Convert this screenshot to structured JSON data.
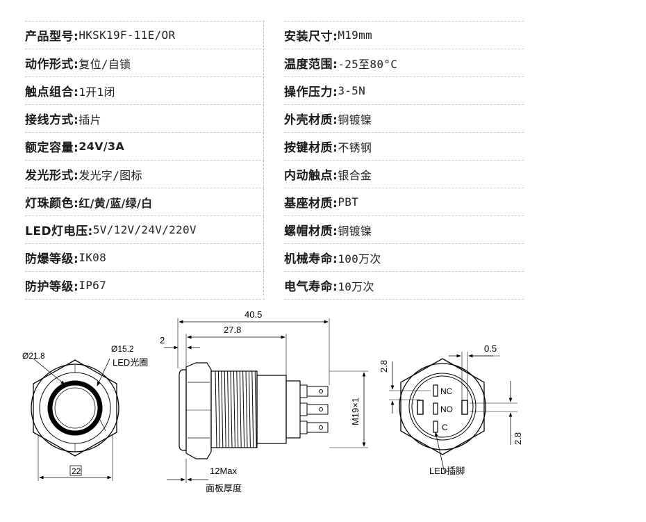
{
  "specs_left": [
    {
      "label": "产品型号:",
      "value": "HKSK19F-11E/OR",
      "bold": false
    },
    {
      "label": "动作形式:",
      "value": "复位/自锁",
      "bold": false
    },
    {
      "label": "触点组合:",
      "value": "1开1闭",
      "bold": false
    },
    {
      "label": "接线方式:",
      "value": "插片",
      "bold": false
    },
    {
      "label": "额定容量:",
      "value": "24V/3A",
      "bold": true
    },
    {
      "label": "发光形式:",
      "value": "发光字/图标",
      "bold": false
    },
    {
      "label": "灯珠颜色:",
      "value": "红/黄/蓝/绿/白",
      "bold": true
    },
    {
      "label": "LED灯电压:",
      "value": "5V/12V/24V/220V",
      "bold": false
    },
    {
      "label": "防爆等级:",
      "value": "IK08",
      "bold": false
    },
    {
      "label": "防护等级:",
      "value": "IP67",
      "bold": false
    }
  ],
  "specs_right": [
    {
      "label": "安装尺寸:",
      "value": "M19mm",
      "bold": false
    },
    {
      "label": "温度范围:",
      "value": "-25至80°C",
      "bold": false
    },
    {
      "label": "操作压力:",
      "value": "3-5N",
      "bold": false
    },
    {
      "label": "外壳材质:",
      "value": "铜镀镍",
      "bold": false
    },
    {
      "label": "按键材质:",
      "value": "不锈钢",
      "bold": false
    },
    {
      "label": "内动触点:",
      "value": "银合金",
      "bold": false
    },
    {
      "label": "基座材质:",
      "value": "PBT",
      "bold": false
    },
    {
      "label": "螺帽材质:",
      "value": "铜镀镍",
      "bold": false
    },
    {
      "label": "机械寿命:",
      "value": "100万次",
      "bold": false
    },
    {
      "label": "电气寿命:",
      "value": "10万次",
      "bold": false
    }
  ],
  "drawing": {
    "front": {
      "outer_dia": "Ø21.8",
      "ring_dia": "Ø15.2",
      "ring_label": "LED光圈",
      "hex": "22"
    },
    "side": {
      "total": "40.5",
      "body": "27.8",
      "flange": "2",
      "thread": "M19×1",
      "panel_max": "12Max",
      "panel_label": "面板厚度"
    },
    "back": {
      "offset": "0.5",
      "top": "2.8",
      "bottom": "2.8",
      "nc": "NC",
      "no": "NO",
      "c": "C",
      "led_label": "LED插脚"
    }
  }
}
